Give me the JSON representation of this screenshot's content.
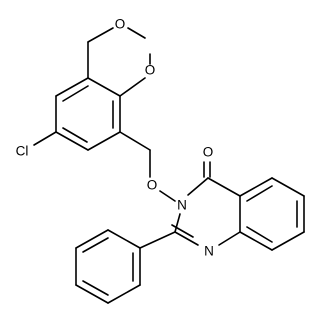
{
  "molecule": {
    "atom_labels": {
      "cl": "Cl",
      "o_dioxin_top": "O",
      "o_dioxin_right": "O",
      "o_ether": "O",
      "o_carbonyl": "O",
      "n_upper": "N",
      "n_lower": "N"
    },
    "colors": {
      "bond": "#000000",
      "label": "#000000",
      "background": "#ffffff"
    }
  }
}
